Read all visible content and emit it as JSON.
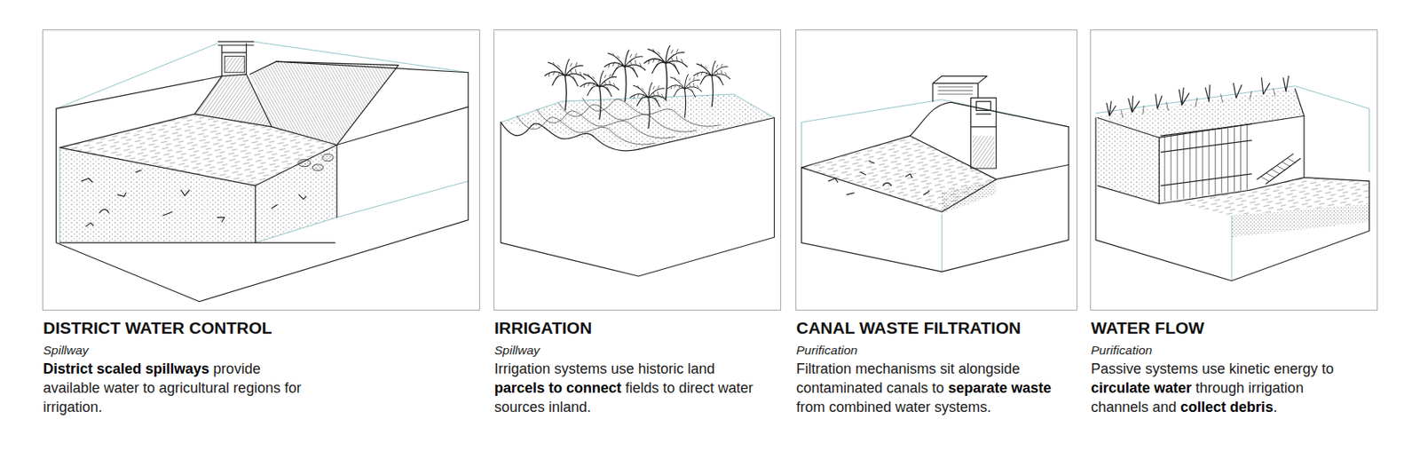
{
  "diagram": {
    "nodes": [
      {
        "text": [
          "DISTRICT WATER CONTROL",
          "Spillway",
          "District scaled spillways provide available water to agricultural regions for irrigation."
        ]
      },
      {
        "text": [
          "IRRIGATION",
          "Spillway",
          "Irrigation systems use historic land parcels to connect fields to direct water sources inland."
        ]
      },
      {
        "text": [
          "CANAL WASTE FILTRATION",
          "Purification",
          "Filtration mechanisms sit alongside contaminated canals to separate waste from combined water systems."
        ]
      },
      {
        "text": [
          "WATER FLOW",
          "Purification",
          "Passive systems use kinetic energy to circulate water through irrigation channels and collect debris."
        ]
      }
    ]
  }
}
